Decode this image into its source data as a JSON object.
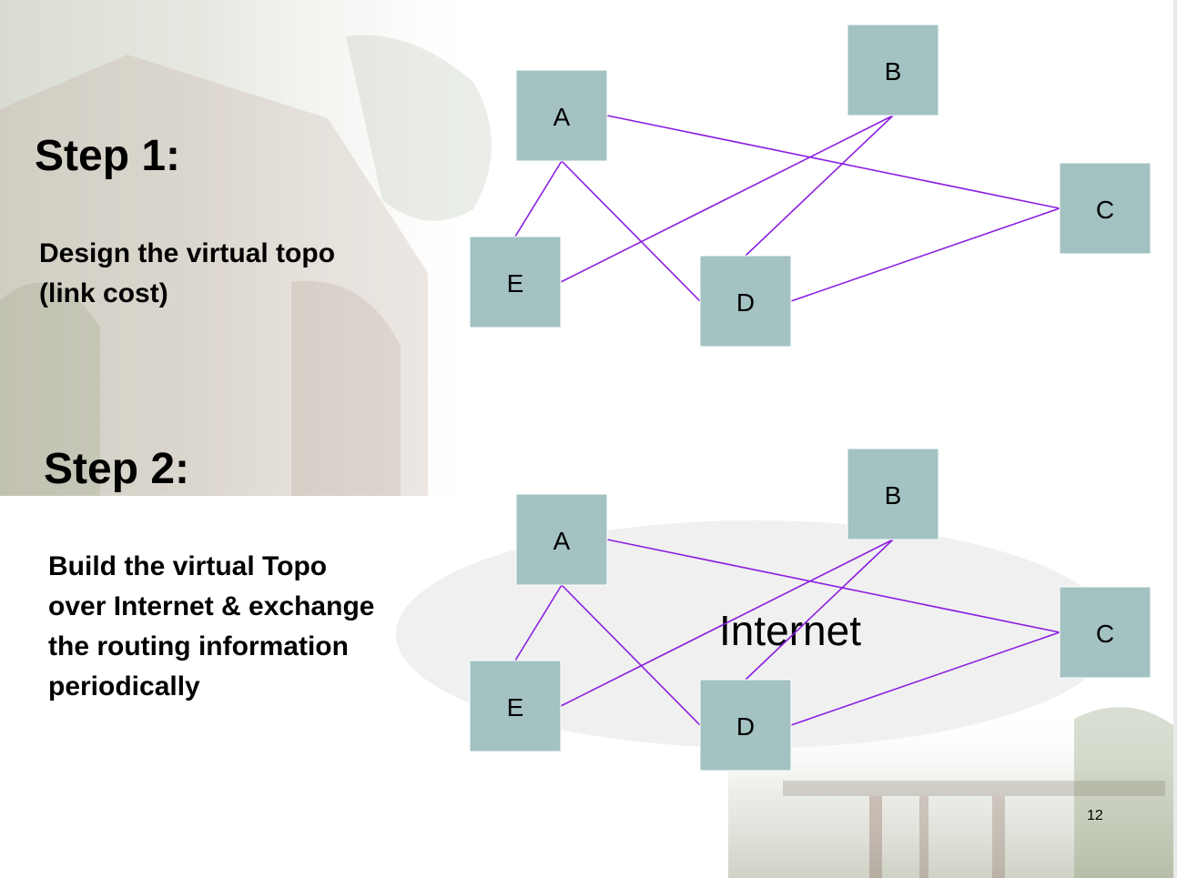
{
  "slide": {
    "step1": {
      "heading": "Step 1:",
      "description_lines": [
        "Design the virtual topo",
        "(link cost)"
      ]
    },
    "step2": {
      "heading": "Step 2:",
      "description_lines": [
        "Build the virtual Topo",
        "over Internet & exchange",
        "the routing information",
        "periodically"
      ]
    },
    "page_number": "12"
  },
  "diagram": {
    "node_color": "#a3c2c1",
    "link_color": "#8b1ee0",
    "nodes": [
      "A",
      "B",
      "C",
      "D",
      "E"
    ],
    "links": [
      [
        "A",
        "C"
      ],
      [
        "A",
        "E"
      ],
      [
        "A",
        "D"
      ],
      [
        "B",
        "E"
      ],
      [
        "B",
        "D"
      ],
      [
        "C",
        "D"
      ]
    ],
    "cloud_label": "Internet",
    "cloud_color": "#f0f0f0"
  }
}
